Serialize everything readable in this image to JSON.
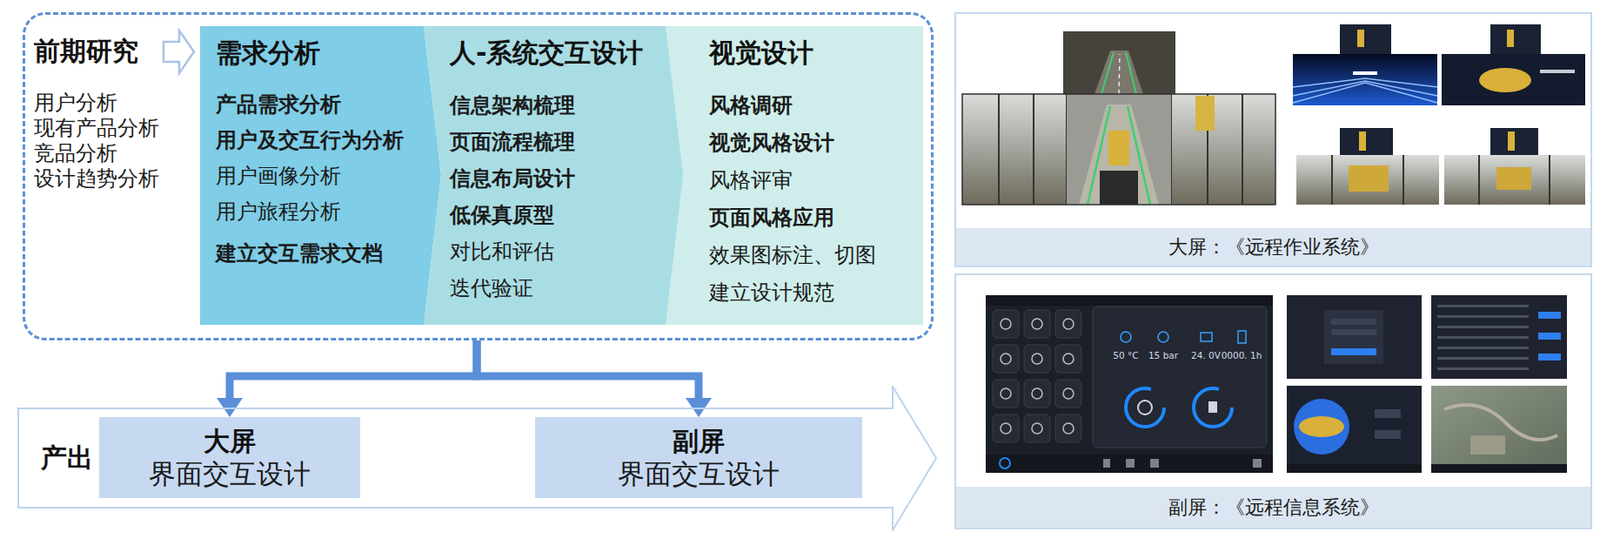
{
  "diagram": {
    "nodes": [
      {
        "text": [
          "前期研究",
          "用户分析",
          "现有产品分析",
          "竞品分析",
          "设计趋势分析"
        ]
      },
      {
        "text": [
          "需求分析",
          "产品需求分析",
          "用户及交互行为分析",
          "用户画像分析",
          "用户旅程分析",
          "建立交互需求文档"
        ],
        "in": 0
      },
      {
        "text": [
          "人-系统交互设计",
          "信息架构梳理",
          "页面流程梳理",
          "信息布局设计",
          "低保真原型",
          "对比和评估",
          "迭代验证"
        ],
        "in": 0
      },
      {
        "text": [
          "视觉设计",
          "风格调研",
          "视觉风格设计",
          "风格评审",
          "页面风格应用",
          "效果图标注、切图",
          "建立设计规范"
        ],
        "in": 0
      },
      {
        "text": [
          "产出"
        ]
      },
      {
        "text": [
          "大屏",
          "界面交互设计"
        ],
        "in": 4
      },
      {
        "text": [
          "副屏",
          "界面交互设计"
        ],
        "in": 4
      },
      {
        "text": [
          "大屏：《远程作业系统》"
        ]
      },
      {
        "text": [
          "副屏：《远程信息系统》"
        ]
      }
    ],
    "edges": [
      {
        "from": 0,
        "to": 5,
        "arrow": "to"
      },
      {
        "from": 0,
        "to": 6,
        "arrow": "to"
      }
    ],
    "labels": [
      "50 °C",
      "15 bar",
      "24. 0V",
      "0000. 1h"
    ]
  }
}
